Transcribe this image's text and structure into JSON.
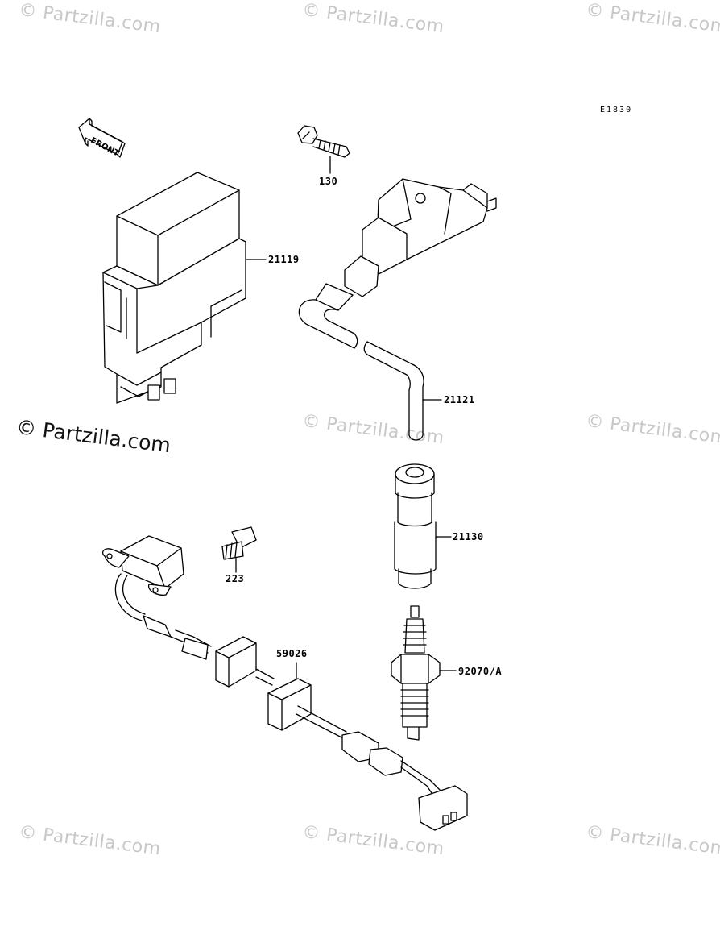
{
  "diagram_code": "E1830",
  "front_label": "FRONT",
  "watermark": "© Partzilla.com",
  "watermark_main": "© Partzilla.com",
  "parts": [
    {
      "id": "p130",
      "label": "130"
    },
    {
      "id": "p21119",
      "label": "21119"
    },
    {
      "id": "p21121",
      "label": "21121"
    },
    {
      "id": "p21130",
      "label": "21130"
    },
    {
      "id": "p223",
      "label": "223"
    },
    {
      "id": "p59026",
      "label": "59026"
    },
    {
      "id": "p92070",
      "label": "92070/A"
    }
  ]
}
